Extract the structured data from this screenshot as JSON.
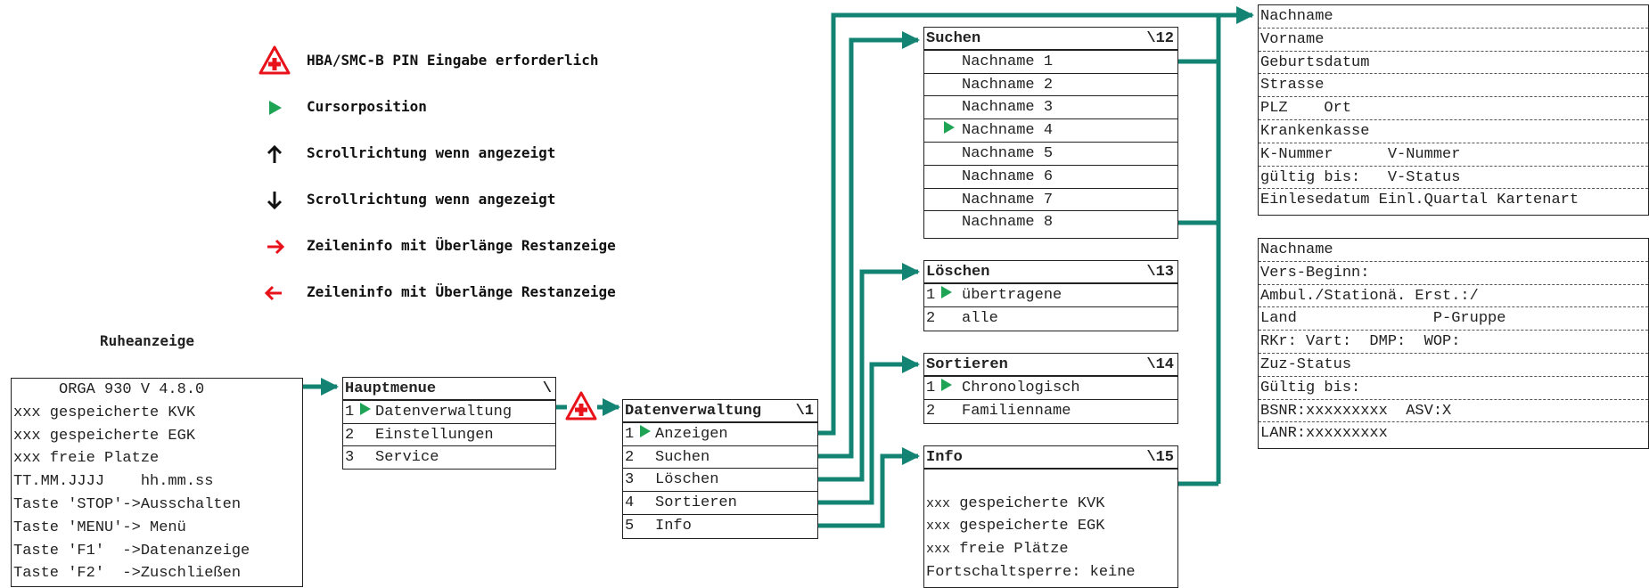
{
  "legend": {
    "items": [
      {
        "icon": "pin-warning-icon",
        "text": "HBA/SMC-B PIN Eingabe erforderlich"
      },
      {
        "icon": "cursor-arrow-icon",
        "text": "Cursorposition"
      },
      {
        "icon": "arrow-up-icon",
        "text": "Scrollrichtung wenn angezeigt"
      },
      {
        "icon": "arrow-down-icon",
        "text": "Scrollrichtung wenn angezeigt"
      },
      {
        "icon": "arrow-right-icon",
        "text": "Zeileninfo mit Überlänge Restanzeige"
      },
      {
        "icon": "arrow-left-icon",
        "text": "Zeileninfo mit Überlänge Restanzeige"
      }
    ]
  },
  "colors": {
    "connector": "#138473",
    "cursor": "#1fa456",
    "warning": "#e8121a",
    "arrow_red": "#e8121a"
  },
  "idle": {
    "caption": "Ruheanzeige",
    "lines": [
      "     ORGA 930 V 4.8.0",
      "xxx gespeicherte KVK",
      "xxx gespeicherte EGK",
      "xxx freie Platze",
      "TT.MM.JJJJ    hh.mm.ss",
      "Taste 'STOP'->Ausschalten",
      "Taste 'MENU'-> Menü",
      "Taste 'F1'  ->Datenanzeige",
      "Taste 'F2'  ->Zuschließen"
    ]
  },
  "main_menu": {
    "title": "Hauptmenue",
    "id": "\\",
    "items": [
      {
        "num": "1",
        "label": "Datenverwaltung",
        "cursor": true
      },
      {
        "num": "2",
        "label": "Einstellungen",
        "cursor": false
      },
      {
        "num": "3",
        "label": "Service",
        "cursor": false
      }
    ]
  },
  "data_menu": {
    "title": "Datenverwaltung",
    "id": "\\1",
    "items": [
      {
        "num": "1",
        "label": "Anzeigen",
        "cursor": true
      },
      {
        "num": "2",
        "label": "Suchen",
        "cursor": false
      },
      {
        "num": "3",
        "label": "Löschen",
        "cursor": false
      },
      {
        "num": "4",
        "label": "Sortieren",
        "cursor": false
      },
      {
        "num": "5",
        "label": "Info",
        "cursor": false
      }
    ]
  },
  "search": {
    "title": "Suchen",
    "id": "\\12",
    "items": [
      {
        "label": "Nachname 1",
        "cursor": false
      },
      {
        "label": "Nachname 2",
        "cursor": false
      },
      {
        "label": "Nachname 3",
        "cursor": false
      },
      {
        "label": "Nachname 4",
        "cursor": true
      },
      {
        "label": "Nachname 5",
        "cursor": false
      },
      {
        "label": "Nachname 6",
        "cursor": false
      },
      {
        "label": "Nachname 7",
        "cursor": false
      },
      {
        "label": "Nachname 8",
        "cursor": false
      }
    ]
  },
  "delete": {
    "title": "Löschen",
    "id": "\\13",
    "items": [
      {
        "num": "1",
        "label": "übertragene",
        "cursor": true
      },
      {
        "num": "2",
        "label": "alle",
        "cursor": false
      }
    ]
  },
  "sort": {
    "title": "Sortieren",
    "id": "\\14",
    "items": [
      {
        "num": "1",
        "label": "Chronologisch",
        "cursor": true
      },
      {
        "num": "2",
        "label": "Familienname",
        "cursor": false
      }
    ]
  },
  "info": {
    "title": "Info",
    "id": "\\15",
    "lines": [
      {
        "prefix": "xxx",
        "text": "gespeicherte KVK"
      },
      {
        "prefix": "xxx",
        "text": "gespeicherte EGK"
      },
      {
        "prefix": "xxx",
        "text": "freie Plätze"
      },
      {
        "prefix": "",
        "text": "Fortschaltsperre: keine"
      }
    ]
  },
  "record_kvk": {
    "rows": [
      "Nachname",
      "Vorname",
      "Geburtsdatum",
      "Strasse",
      "PLZ    Ort",
      "Krankenkasse",
      "K-Nummer      V-Nummer",
      "gültig bis:   V-Status",
      "Einlesedatum Einl.Quartal Kartenart"
    ]
  },
  "record_egk": {
    "rows": [
      "Nachname",
      "Vers-Beginn:",
      "Ambul./Stationä. Erst.:/",
      "Land               P-Gruppe",
      "RKr: Vart:  DMP:  WOP:",
      "Zuz-Status",
      "Gültig bis:",
      "BSNR:xxxxxxxxx  ASV:X",
      "LANR:xxxxxxxxx"
    ]
  }
}
